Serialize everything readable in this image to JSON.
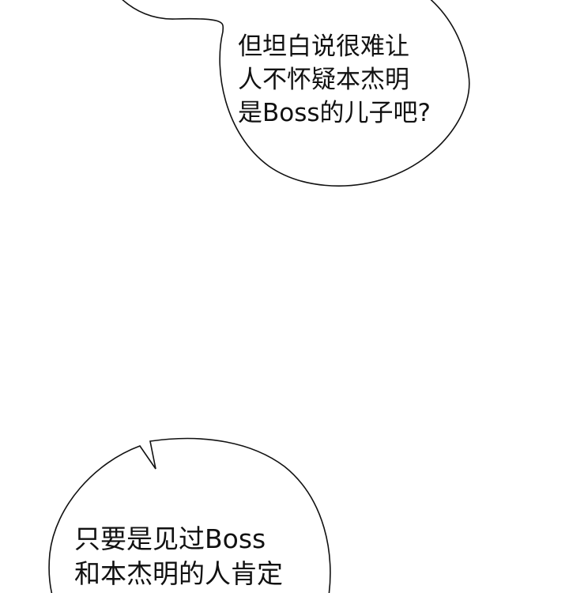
{
  "bubble_top": {
    "lines": [
      "但坦白说很难让",
      "人不怀疑本杰明",
      "是Boss的儿子吧?"
    ]
  },
  "bubble_bottom": {
    "lines": [
      "只要是见过Boss",
      "和本杰明的人肯定"
    ]
  },
  "colors": {
    "ink": "#111111",
    "background": "#ffffff"
  }
}
